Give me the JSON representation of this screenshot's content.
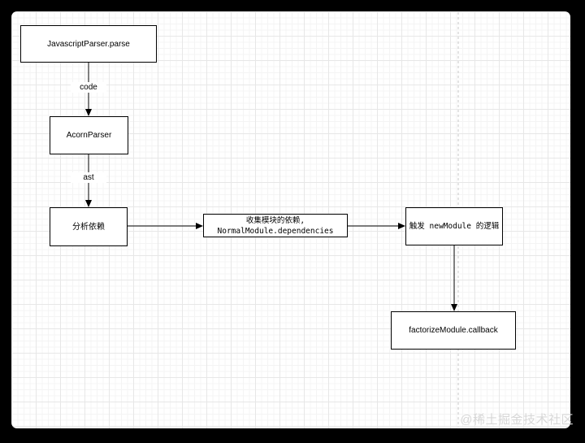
{
  "nodes": {
    "javascript_parser": {
      "label": "JavascriptParser.parse"
    },
    "acorn_parser": {
      "label": "AcornParser"
    },
    "analyze_deps": {
      "label": "分析依赖"
    },
    "collect_deps": {
      "line1": "收集模块的依赖,",
      "line2": "NormalModule.dependencies"
    },
    "trigger_newmodule": {
      "label": "触发 newModule 的逻辑"
    },
    "factorize_callback": {
      "label": "factorizeModule.callback"
    }
  },
  "edges": {
    "code_label": "code",
    "ast_label": "ast"
  },
  "watermark": {
    "text": "@稀土掘金技术社区"
  },
  "colors": {
    "frame_background": "#000000",
    "canvas_background": "#ffffff",
    "node_border": "#000000",
    "arrow": "#000000",
    "grid_major": "#e7e7e7",
    "grid_minor": "#f4f4f4",
    "page_break_line": "#c9c9c9",
    "watermark_text": "#d7d7d7"
  }
}
